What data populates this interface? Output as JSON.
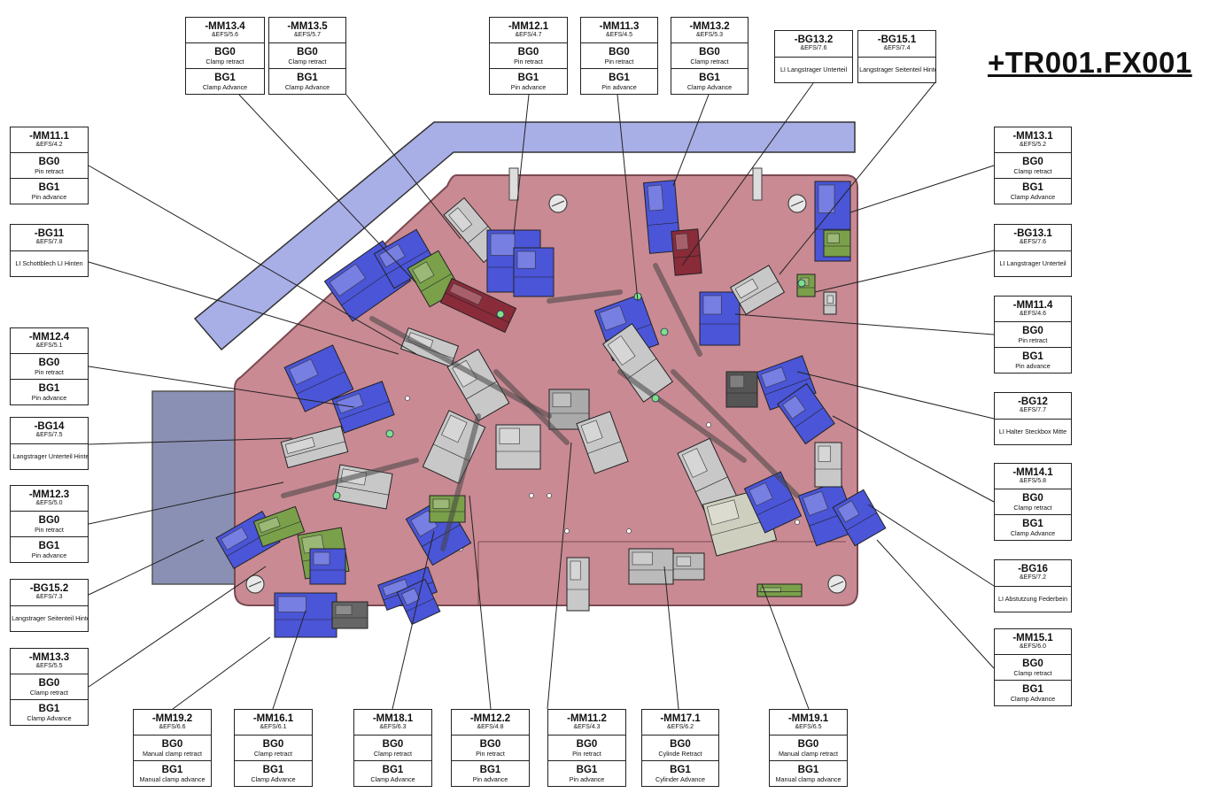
{
  "title": "+TR001.FX001",
  "labels": [
    {
      "id": "-MM13.4",
      "ref": "&EFS/5.6",
      "rows": [
        {
          "code": "BG0",
          "text": "Clamp retract"
        },
        {
          "code": "BG1",
          "text": "Clamp Advance"
        }
      ]
    },
    {
      "id": "-MM13.5",
      "ref": "&EFS/5.7",
      "rows": [
        {
          "code": "BG0",
          "text": "Clamp retract"
        },
        {
          "code": "BG1",
          "text": "Clamp Advance"
        }
      ]
    },
    {
      "id": "-MM12.1",
      "ref": "&EFS/4.7",
      "rows": [
        {
          "code": "BG0",
          "text": "Pin retract"
        },
        {
          "code": "BG1",
          "text": "Pin advance"
        }
      ]
    },
    {
      "id": "-MM11.3",
      "ref": "&EFS/4.5",
      "rows": [
        {
          "code": "BG0",
          "text": "Pin retract"
        },
        {
          "code": "BG1",
          "text": "Pin advance"
        }
      ]
    },
    {
      "id": "-MM13.2",
      "ref": "&EFS/5.3",
      "rows": [
        {
          "code": "BG0",
          "text": "Clamp retract"
        },
        {
          "code": "BG1",
          "text": "Clamp Advance"
        }
      ]
    },
    {
      "id": "-BG13.2",
      "ref": "&EFS/7.6",
      "desc": "LI Langstrager Unterteil"
    },
    {
      "id": "-BG15.1",
      "ref": "&EFS/7.4",
      "desc": "LI Langstrager Seitenteil Hinten"
    },
    {
      "id": "-MM11.1",
      "ref": "&EFS/4.2",
      "rows": [
        {
          "code": "BG0",
          "text": "Pin retract"
        },
        {
          "code": "BG1",
          "text": "Pin advance"
        }
      ]
    },
    {
      "id": "-BG11",
      "ref": "&EFS/7.8",
      "desc": "LI Schottblech LI Hinten"
    },
    {
      "id": "-MM12.4",
      "ref": "&EFS/5.1",
      "rows": [
        {
          "code": "BG0",
          "text": "Pin retract"
        },
        {
          "code": "BG1",
          "text": "Pin advance"
        }
      ]
    },
    {
      "id": "-BG14",
      "ref": "&EFS/7.5",
      "desc": "LI Langstrager Unterteil Hinten"
    },
    {
      "id": "-MM12.3",
      "ref": "&EFS/5.0",
      "rows": [
        {
          "code": "BG0",
          "text": "Pin retract"
        },
        {
          "code": "BG1",
          "text": "Pin advance"
        }
      ]
    },
    {
      "id": "-BG15.2",
      "ref": "&EFS/7.3",
      "desc": "LI Langstrager Seitenteil Hinten"
    },
    {
      "id": "-MM13.3",
      "ref": "&EFS/5.5",
      "rows": [
        {
          "code": "BG0",
          "text": "Clamp retract"
        },
        {
          "code": "BG1",
          "text": "Clamp Advance"
        }
      ]
    },
    {
      "id": "-MM13.1",
      "ref": "&EFS/5.2",
      "rows": [
        {
          "code": "BG0",
          "text": "Clamp retract"
        },
        {
          "code": "BG1",
          "text": "Clamp Advance"
        }
      ]
    },
    {
      "id": "-BG13.1",
      "ref": "&EFS/7.6",
      "desc": "LI Langstrager Unterteil"
    },
    {
      "id": "-MM11.4",
      "ref": "&EFS/4.6",
      "rows": [
        {
          "code": "BG0",
          "text": "Pin retract"
        },
        {
          "code": "BG1",
          "text": "Pin advance"
        }
      ]
    },
    {
      "id": "-BG12",
      "ref": "&EFS/7.7",
      "desc": "LI Halter Steckbox Mitte"
    },
    {
      "id": "-MM14.1",
      "ref": "&EFS/5.8",
      "rows": [
        {
          "code": "BG0",
          "text": "Clamp retract"
        },
        {
          "code": "BG1",
          "text": "Clamp Advance"
        }
      ]
    },
    {
      "id": "-BG16",
      "ref": "&EFS/7.2",
      "desc": "LI Abstutzung Federbein"
    },
    {
      "id": "-MM15.1",
      "ref": "&EFS/6.0",
      "rows": [
        {
          "code": "BG0",
          "text": "Clamp retract"
        },
        {
          "code": "BG1",
          "text": "Clamp Advance"
        }
      ]
    },
    {
      "id": "-MM19.2",
      "ref": "&EFS/6.6",
      "rows": [
        {
          "code": "BG0",
          "text": "Manual clamp retract"
        },
        {
          "code": "BG1",
          "text": "Manual clamp advance"
        }
      ]
    },
    {
      "id": "-MM16.1",
      "ref": "&EFS/6.1",
      "rows": [
        {
          "code": "BG0",
          "text": "Clamp retract"
        },
        {
          "code": "BG1",
          "text": "Clamp Advance"
        }
      ]
    },
    {
      "id": "-MM18.1",
      "ref": "&EFS/6.3",
      "rows": [
        {
          "code": "BG0",
          "text": "Clamp retract"
        },
        {
          "code": "BG1",
          "text": "Clamp Advance"
        }
      ]
    },
    {
      "id": "-MM12.2",
      "ref": "&EFS/4.8",
      "rows": [
        {
          "code": "BG0",
          "text": "Pin retract"
        },
        {
          "code": "BG1",
          "text": "Pin advance"
        }
      ]
    },
    {
      "id": "-MM11.2",
      "ref": "&EFS/4.3",
      "rows": [
        {
          "code": "BG0",
          "text": "Pin retract"
        },
        {
          "code": "BG1",
          "text": "Pin advance"
        }
      ]
    },
    {
      "id": "-MM17.1",
      "ref": "&EFS/6.2",
      "rows": [
        {
          "code": "BG0",
          "text": "Cylinde Retract"
        },
        {
          "code": "BG1",
          "text": "Cylinder Advance"
        }
      ]
    },
    {
      "id": "-MM19.1",
      "ref": "&EFS/6.5",
      "rows": [
        {
          "code": "BG0",
          "text": "Manual clamp retract"
        },
        {
          "code": "BG1",
          "text": "Manual clamp advance"
        }
      ]
    }
  ],
  "colors": {
    "plate": "#c98a93",
    "plate_edge": "#7a4a52",
    "rail": "#a8aee6",
    "side_block": "#8a90b4",
    "unit_blue": "#4a55d8",
    "unit_green": "#7aa04a",
    "steel": "#c8c8c8",
    "leader": "#222222"
  }
}
